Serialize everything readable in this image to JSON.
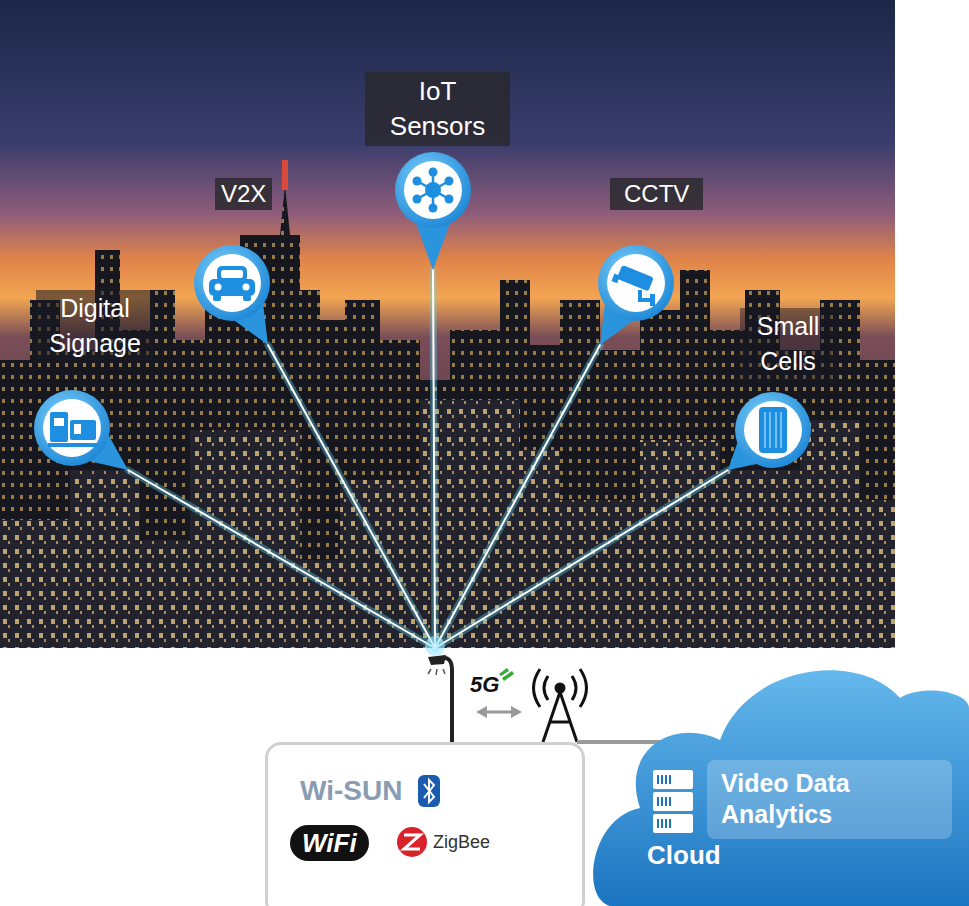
{
  "diagram": {
    "nodes": [
      {
        "text": [
          "IoT Sensors"
        ]
      },
      {
        "text": [
          "V2X"
        ]
      },
      {
        "text": [
          "CCTV"
        ]
      },
      {
        "text": [
          "Wi-SUN",
          "WiFi",
          "ZigBee"
        ]
      },
      {
        "text": [
          "Cloud"
        ]
      },
      {
        "text": [
          "Video Data Analytics"
        ],
        "in": 4
      }
    ],
    "labels": [
      "Digital Signage",
      "Small Cells",
      "5G"
    ]
  }
}
